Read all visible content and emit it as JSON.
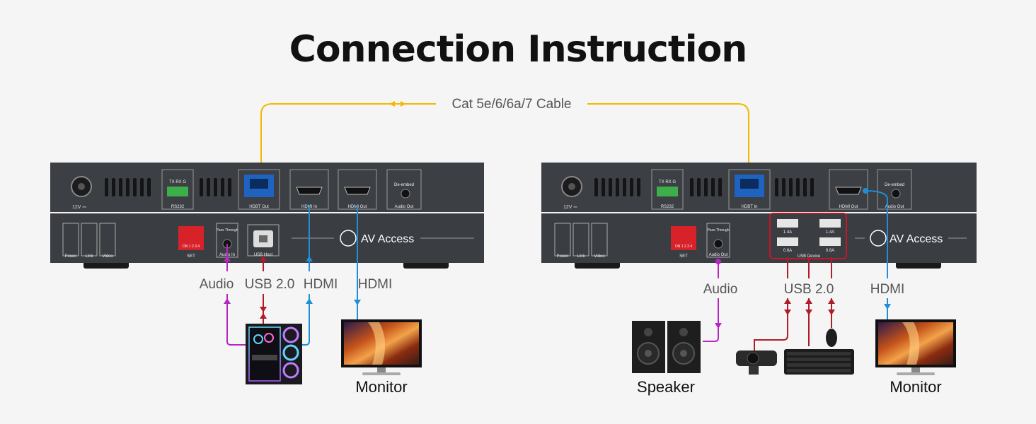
{
  "title": "Connection Instruction",
  "cable_label": "Cat 5e/6/6a/7 Cable",
  "brand": "AV Access",
  "colors": {
    "cable": "#f5b800",
    "audio": "#b428c0",
    "usb": "#b01c2a",
    "hdmi": "#1e8fd8",
    "device": "#3a3d42",
    "device_dark": "#2a2c30",
    "bg": "#f5f5f5"
  },
  "transmitter": {
    "ports_top": {
      "power": "12V ⎓",
      "rs232_pins": "TX RX  G",
      "rs232": "RS232",
      "hdbt": "HDBT Out",
      "hdmi_in": "HDMI In",
      "hdmi_out": "HDMI Out",
      "deembed": "De-embed",
      "audio_out": "Audio Out"
    },
    "ports_bottom": {
      "power": "Power",
      "link": "Link",
      "video": "Video",
      "set": "SET",
      "switch": "ON 1 2 3 4",
      "pass_through": "Pass Through",
      "audio_in": "Audio In",
      "usb_host": "USB Host"
    },
    "connection_labels": {
      "audio": "Audio",
      "usb": "USB 2.0",
      "hdmi_in": "HDMI",
      "hdmi_out": "HDMI"
    },
    "device_labels": {
      "monitor": "Monitor"
    }
  },
  "receiver": {
    "ports_top": {
      "power": "12V ⎓",
      "rs232_pins": "TX RX  G",
      "rs232": "RS232",
      "hdbt": "HDBT In",
      "hdmi_out": "HDMI Out",
      "deembed": "De-embed",
      "audio_out": "Audio Out"
    },
    "ports_bottom": {
      "power": "Power",
      "link": "Link",
      "video": "Video",
      "set": "SET",
      "switch": "ON 1 2 3 4",
      "pass_through": "Pass Through",
      "audio_out": "Audio Out",
      "usb_device": "USB Device",
      "usb_1": "1.4A",
      "usb_2": "1.4A",
      "usb_3": "0.6A",
      "usb_4": "0.6A"
    },
    "connection_labels": {
      "audio": "Audio",
      "usb": "USB 2.0",
      "hdmi": "HDMI"
    },
    "device_labels": {
      "speaker": "Speaker",
      "monitor": "Monitor"
    }
  }
}
